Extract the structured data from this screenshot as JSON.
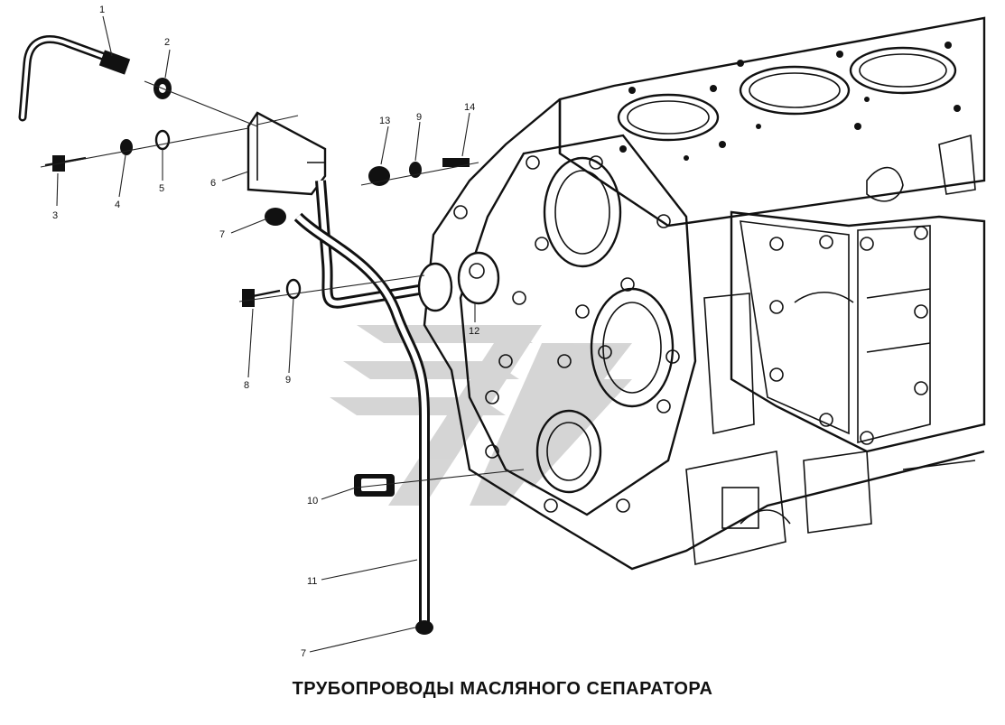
{
  "caption": "ТРУБОПРОВОДЫ МАСЛЯНОГО СЕПАРАТОРА",
  "callouts": [
    "1",
    "2",
    "3",
    "4",
    "5",
    "6",
    "7",
    "8",
    "9",
    "10",
    "11",
    "7",
    "12",
    "13",
    "9",
    "14"
  ]
}
